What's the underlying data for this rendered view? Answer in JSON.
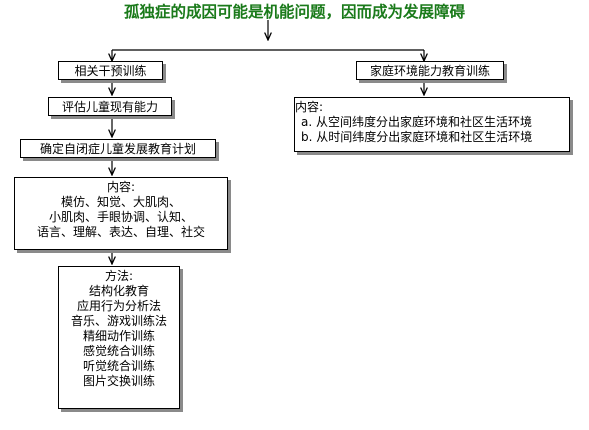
{
  "title": "孤独症的成因可能是机能问题，因而成为发展障碍",
  "left_branch": {
    "step1": "相关干预训练",
    "step2": "评估儿童现有能力",
    "step3": "确定自闭症儿童发展教育计划",
    "content": {
      "heading": "内容:",
      "lines": [
        "模仿、知觉、大肌肉、",
        "小肌肉、手眼协调、认知、",
        "语言、理解、表达、自理、社交"
      ]
    },
    "methods": {
      "heading": "方法:",
      "items": [
        "结构化教育",
        "应用行为分析法",
        "音乐、游戏训练法",
        "精细动作训练",
        "感觉统合训练",
        "听觉统合训练",
        "图片交换训练"
      ]
    }
  },
  "right_branch": {
    "step1": "家庭环境能力教育训练",
    "content": {
      "heading": "内容:",
      "lines": [
        "a. 从空间纬度分出家庭环境和社区生活环境",
        "b. 从时间纬度分出家庭环境和社区生活环境"
      ]
    }
  },
  "colors": {
    "title": "#1a7a1a",
    "border": "#000000",
    "shadow": "#8a8a8a"
  }
}
